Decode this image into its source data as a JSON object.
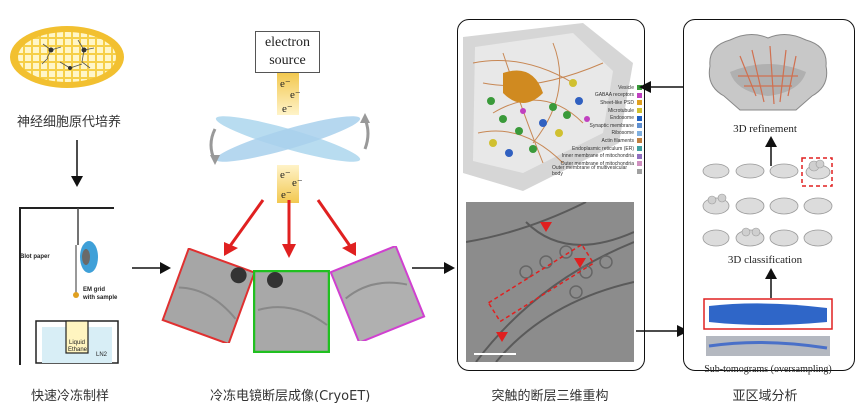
{
  "captions": {
    "neuron_culture": "神经细胞原代培养",
    "plunge_freeze": "快速冷冻制样",
    "cryoet": "冷冻电镜断层成像(CryoET)",
    "reconstruction": "突触的断层三维重构",
    "subtomo": "亚区域分析"
  },
  "electron_source": {
    "line1": "electron",
    "line2": "source",
    "electron": "e⁻"
  },
  "freezer": {
    "blot_paper": "Blot paper",
    "em_grid": "EM grid",
    "with_sample": "with sample",
    "liquid": "Liquid",
    "ethane": "Ethane",
    "ln2": "LN2"
  },
  "legend": [
    {
      "label": "Vesicle",
      "color": "#3a9a3a"
    },
    {
      "label": "GABAA receptors",
      "color": "#c040c0"
    },
    {
      "label": "Sheet-like PSD",
      "color": "#e0a020"
    },
    {
      "label": "Microtubule",
      "color": "#d0c030"
    },
    {
      "label": "Endosome",
      "color": "#2060c0"
    },
    {
      "label": "Synaptic membrane",
      "color": "#6090d0"
    },
    {
      "label": "Ribosome",
      "color": "#80b0e0"
    },
    {
      "label": "Actin filaments",
      "color": "#c08040"
    },
    {
      "label": "Endoplasmic reticulum (ER)",
      "color": "#40a0a0"
    },
    {
      "label": "Inner membrane of mitochondria",
      "color": "#9070c0"
    },
    {
      "label": "Outer membrane of mitochondria",
      "color": "#d090c0"
    },
    {
      "label": "Outer membrane of multivesicular body",
      "color": "#a0a0a0"
    }
  ],
  "subtomo": {
    "refinement": "3D refinement",
    "classification": "3D classification",
    "subtomograms": "Sub-tomograms (oversampling)"
  },
  "colors": {
    "red_arrow": "#e02020",
    "frame_red": "#e03030",
    "frame_green": "#20c020",
    "frame_magenta": "#d040d0",
    "grid_gold": "#f0c840"
  }
}
